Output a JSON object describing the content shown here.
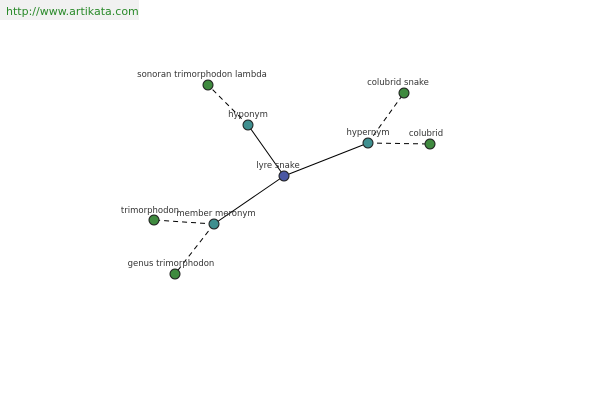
{
  "header": {
    "url_text": "http://www.artikata.com"
  },
  "graph": {
    "root": "lyre snake",
    "relations": [
      "hyponym",
      "hypernym",
      "member meronym"
    ],
    "leaves": [
      "sonoran trimorphodon lambda",
      "colubrid snake",
      "colubrid",
      "trimorphodon",
      "genus trimorphodon"
    ]
  },
  "colors": {
    "root": "#4a57a3",
    "relation": "#3f8f8f",
    "leaf": "#3f8a3f",
    "url": "#2a8a2a"
  }
}
